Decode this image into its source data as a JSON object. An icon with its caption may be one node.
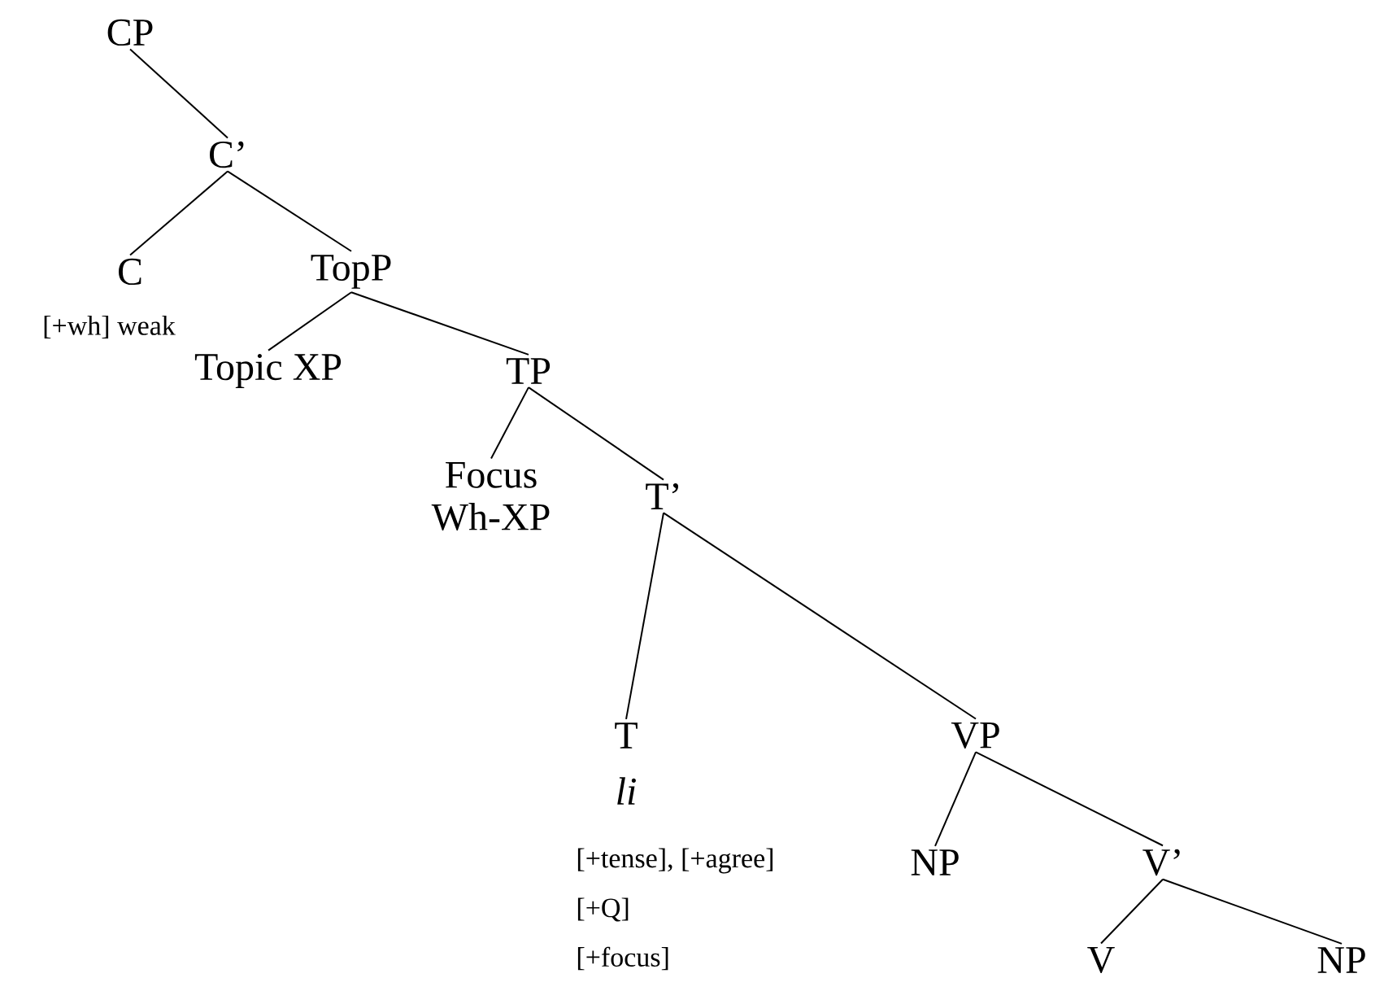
{
  "diagram": {
    "nodes": [
      {
        "text": [
          "CP"
        ]
      },
      {
        "text": [
          "C’"
        ]
      },
      {
        "text": [
          "C"
        ],
        "beside": [
          "[+wh] weak"
        ]
      },
      {
        "text": [
          "TopP"
        ]
      },
      {
        "text": [
          "Topic XP"
        ]
      },
      {
        "text": [
          "TP"
        ]
      },
      {
        "text": [
          "Focus Wh-XP"
        ]
      },
      {
        "text": [
          "T’"
        ]
      },
      {
        "text": [
          "T",
          "li"
        ],
        "beside": [
          "[+tense], [+agree]",
          "[+Q]",
          "[+focus]"
        ]
      },
      {
        "text": [
          "VP"
        ]
      },
      {
        "text": [
          "NP"
        ]
      },
      {
        "text": [
          "V’"
        ]
      },
      {
        "text": [
          "V"
        ]
      },
      {
        "text": [
          "NP"
        ]
      }
    ],
    "edges": [
      {
        "from": 0,
        "to": 1,
        "arrow": "none"
      },
      {
        "from": 1,
        "to": 2,
        "arrow": "none"
      },
      {
        "from": 1,
        "to": 3,
        "arrow": "none"
      },
      {
        "from": 3,
        "to": 4,
        "arrow": "none"
      },
      {
        "from": 3,
        "to": 5,
        "arrow": "none"
      },
      {
        "from": 5,
        "to": 6,
        "arrow": "none"
      },
      {
        "from": 5,
        "to": 7,
        "arrow": "none"
      },
      {
        "from": 7,
        "to": 8,
        "arrow": "none"
      },
      {
        "from": 7,
        "to": 9,
        "arrow": "none"
      },
      {
        "from": 9,
        "to": 10,
        "arrow": "none"
      },
      {
        "from": 9,
        "to": 11,
        "arrow": "none"
      },
      {
        "from": 11,
        "to": 12,
        "arrow": "none"
      },
      {
        "from": 11,
        "to": 13,
        "arrow": "none"
      }
    ]
  }
}
